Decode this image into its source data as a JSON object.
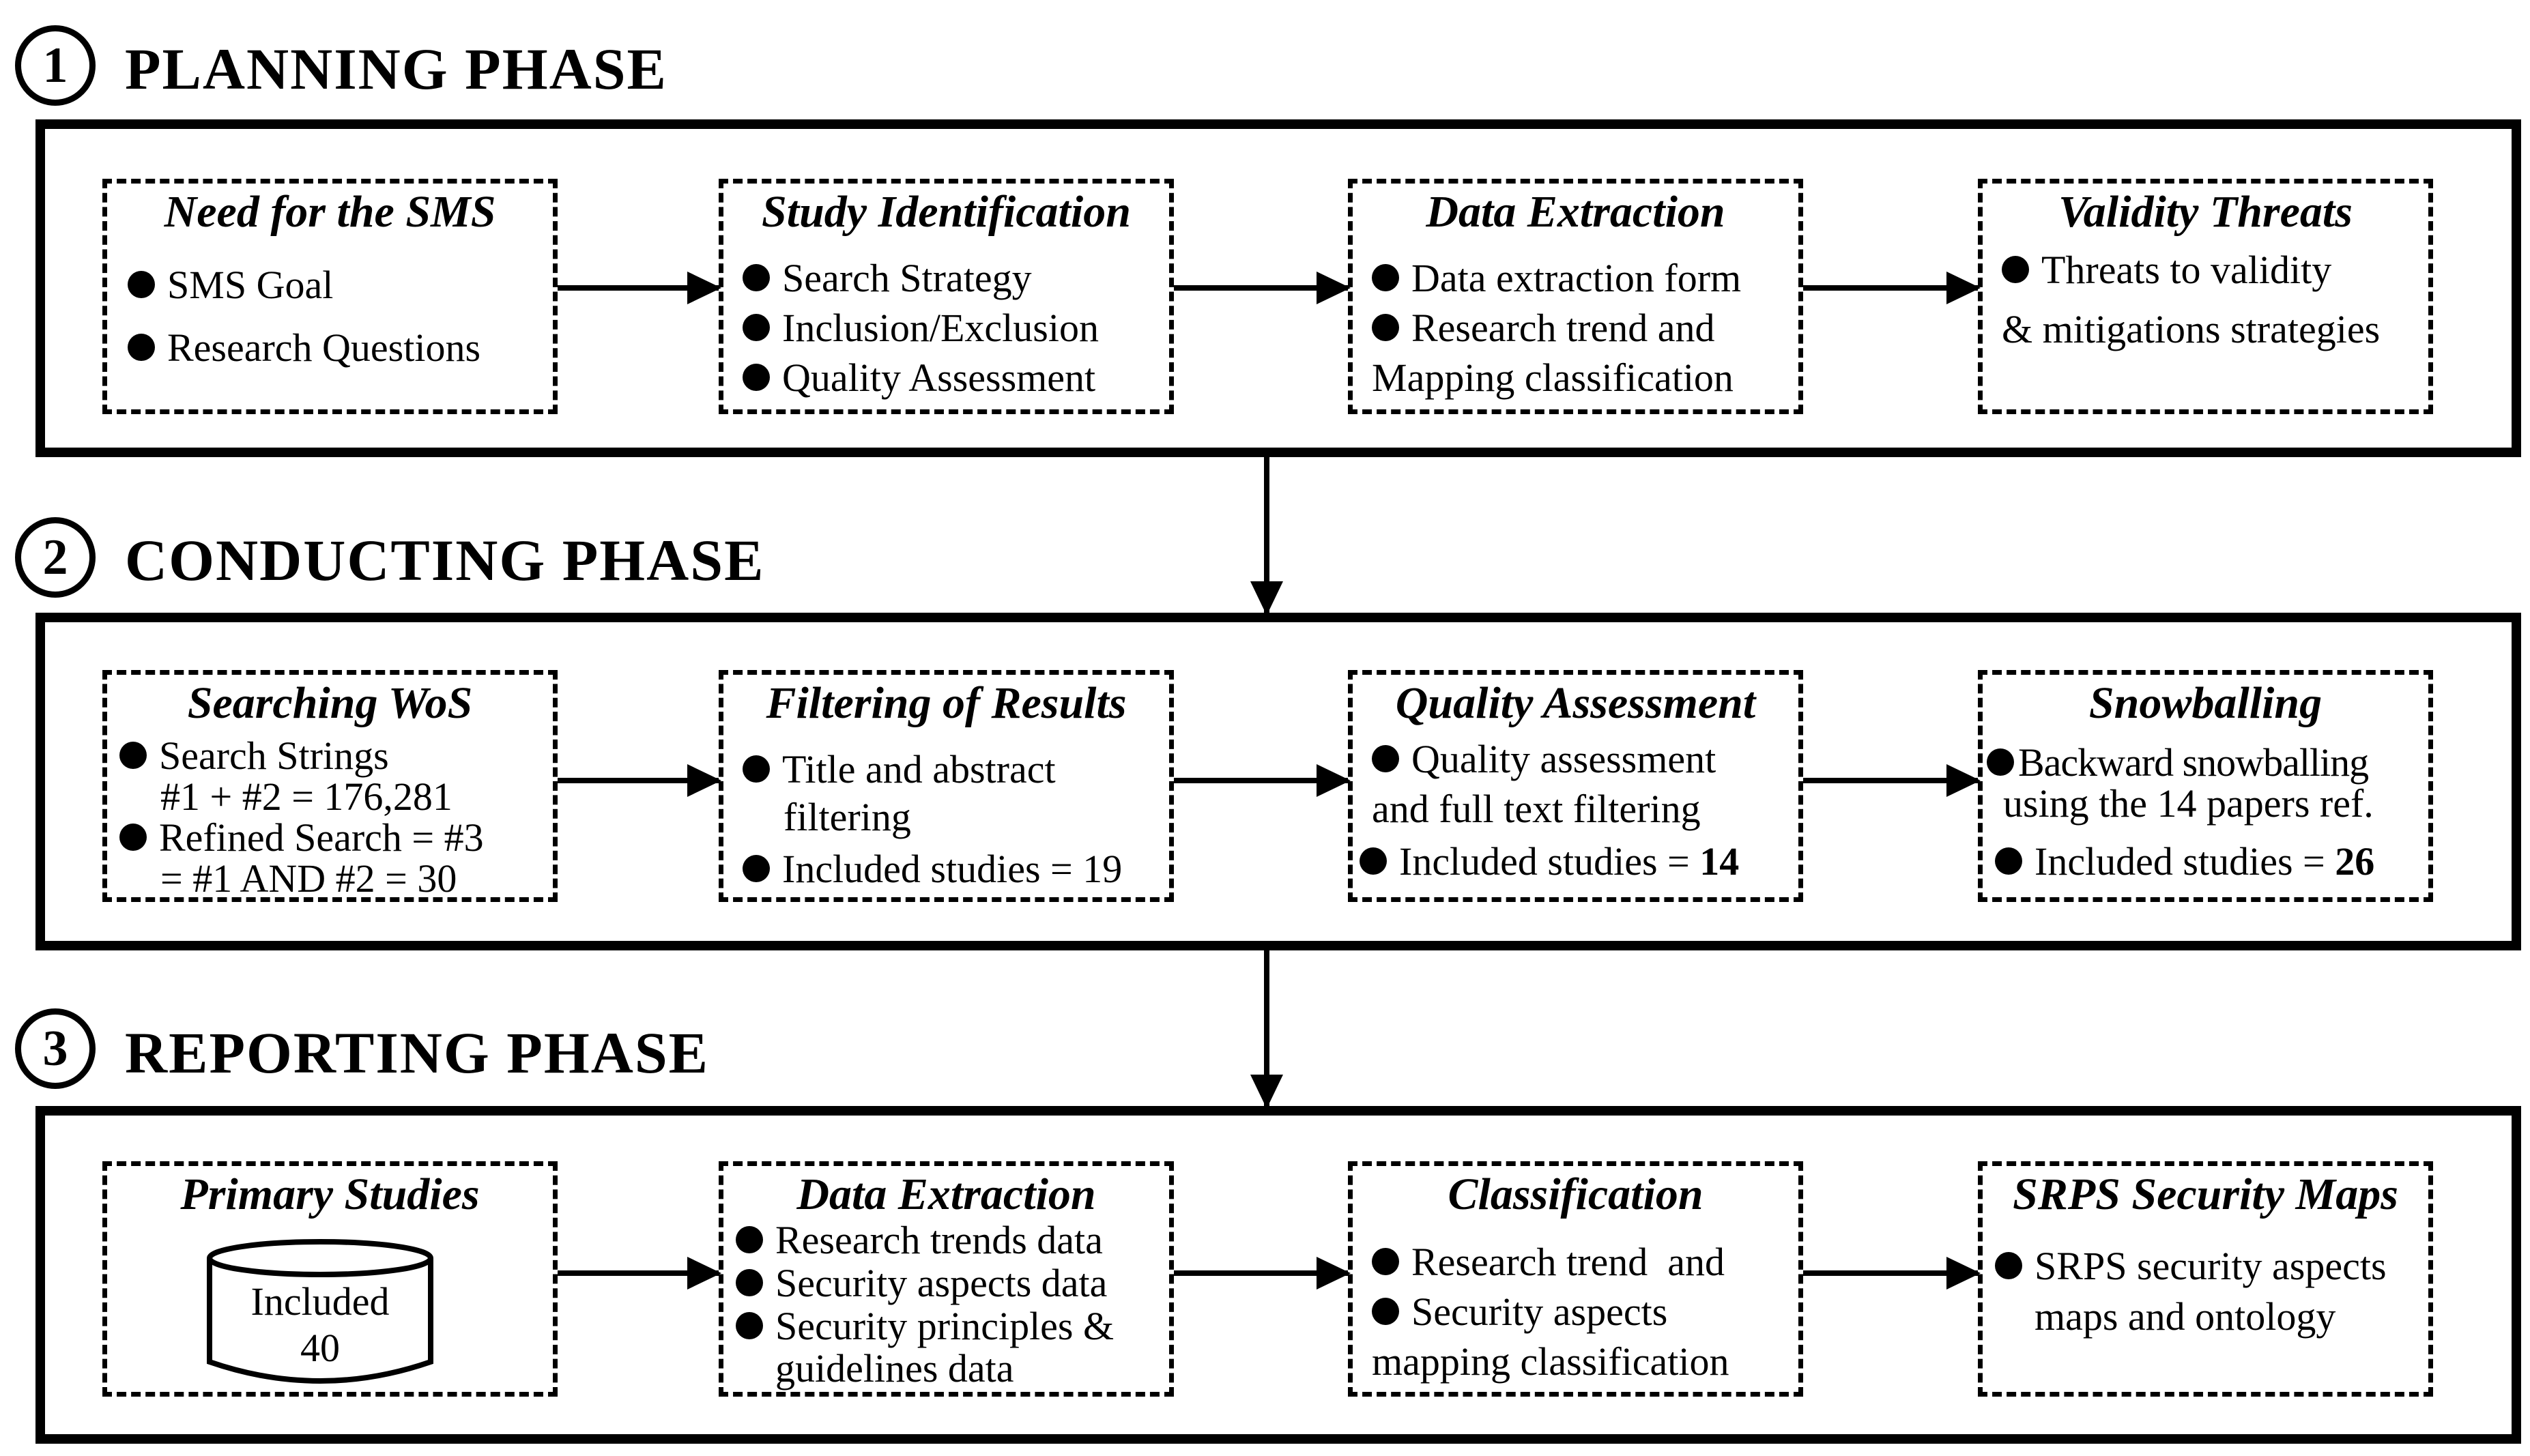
{
  "phases": [
    {
      "number": "1",
      "title": "PLANNING PHASE",
      "boxes": [
        {
          "title": "Need for the SMS",
          "lines": [
            "SMS Goal",
            "Research Questions"
          ]
        },
        {
          "title": "Study Identification",
          "lines": [
            "Search Strategy",
            "Inclusion/Exclusion",
            "Quality Assessment"
          ]
        },
        {
          "title": "Data Extraction",
          "lines": [
            "Data extraction form",
            "Research trend and",
            "Mapping classification"
          ]
        },
        {
          "title": "Validity Threats",
          "lines": [
            "Threats to validity",
            "& mitigations strategies"
          ]
        }
      ]
    },
    {
      "number": "2",
      "title": "CONDUCTING PHASE",
      "boxes": [
        {
          "title": "Searching WoS",
          "lines": [
            "Search Strings",
            "#1 + #2 = 176,281",
            "Refined Search = #3",
            "= #1 AND #2 = 30"
          ]
        },
        {
          "title": "Filtering of Results",
          "lines": [
            "Title and abstract",
            "filtering",
            "Included studies = 19"
          ]
        },
        {
          "title": "Quality Assessment",
          "lines": [
            "Quality assessment",
            "and full text filtering",
            "Included studies = ",
            "14"
          ]
        },
        {
          "title": "Snowballing",
          "lines": [
            "Backward snowballing",
            "using the 14 papers ref.",
            "Included studies = ",
            "26"
          ]
        }
      ]
    },
    {
      "number": "3",
      "title": "REPORTING PHASE",
      "boxes": [
        {
          "title": "Primary Studies",
          "lines": [
            "Included",
            "40"
          ]
        },
        {
          "title": "Data Extraction",
          "lines": [
            "Research trends data",
            "Security aspects data",
            "Security principles &",
            "guidelines data"
          ]
        },
        {
          "title": "Classification",
          "lines": [
            "Research trend  and",
            "Security aspects",
            "mapping classification"
          ]
        },
        {
          "title": "SRPS Security Maps",
          "lines": [
            "SRPS security aspects",
            "maps and ontology"
          ]
        }
      ]
    }
  ]
}
